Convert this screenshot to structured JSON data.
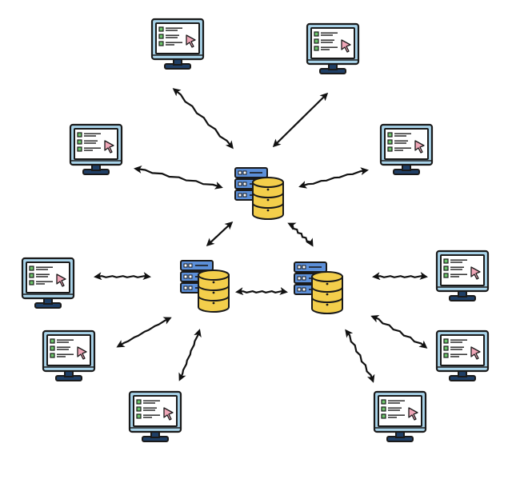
{
  "diagram": {
    "description_free": true,
    "colors": {
      "background": "#ffffff",
      "outline": "#1a1a1a",
      "monitor_frame": "#a9d4ea",
      "screen": "#ffffff",
      "stand": "#1f3f66",
      "screen_list_green": "#6cc36a",
      "screen_cursor": "#f0a7b8",
      "server_blue": "#5c8fd8",
      "database_yellow": "#f3ce4b",
      "arrow": "#111111"
    },
    "nodes": {
      "computers": [
        {
          "id": "pc-top-left",
          "icon": "monitor-icon"
        },
        {
          "id": "pc-top-right",
          "icon": "monitor-icon"
        },
        {
          "id": "pc-mid-left",
          "icon": "monitor-icon"
        },
        {
          "id": "pc-mid-right",
          "icon": "monitor-icon"
        },
        {
          "id": "pc-left-upper",
          "icon": "monitor-icon"
        },
        {
          "id": "pc-left-lower",
          "icon": "monitor-icon"
        },
        {
          "id": "pc-bottom-left",
          "icon": "monitor-icon"
        },
        {
          "id": "pc-right-upper",
          "icon": "monitor-icon"
        },
        {
          "id": "pc-right-lower",
          "icon": "monitor-icon"
        },
        {
          "id": "pc-bottom-right",
          "icon": "monitor-icon"
        }
      ],
      "servers": [
        {
          "id": "server-top",
          "icon": "server-database-icon"
        },
        {
          "id": "server-left",
          "icon": "server-database-icon"
        },
        {
          "id": "server-right",
          "icon": "server-database-icon"
        }
      ]
    },
    "edges": [
      {
        "from": "pc-top-left",
        "to": "server-top"
      },
      {
        "from": "pc-top-right",
        "to": "server-top"
      },
      {
        "from": "pc-mid-left",
        "to": "server-top"
      },
      {
        "from": "pc-mid-right",
        "to": "server-top"
      },
      {
        "from": "server-top",
        "to": "server-left"
      },
      {
        "from": "server-top",
        "to": "server-right"
      },
      {
        "from": "server-left",
        "to": "server-right"
      },
      {
        "from": "pc-left-upper",
        "to": "server-left"
      },
      {
        "from": "pc-left-lower",
        "to": "server-left"
      },
      {
        "from": "pc-bottom-left",
        "to": "server-left"
      },
      {
        "from": "pc-right-upper",
        "to": "server-right"
      },
      {
        "from": "pc-right-lower",
        "to": "server-right"
      },
      {
        "from": "pc-bottom-right",
        "to": "server-right"
      }
    ]
  }
}
